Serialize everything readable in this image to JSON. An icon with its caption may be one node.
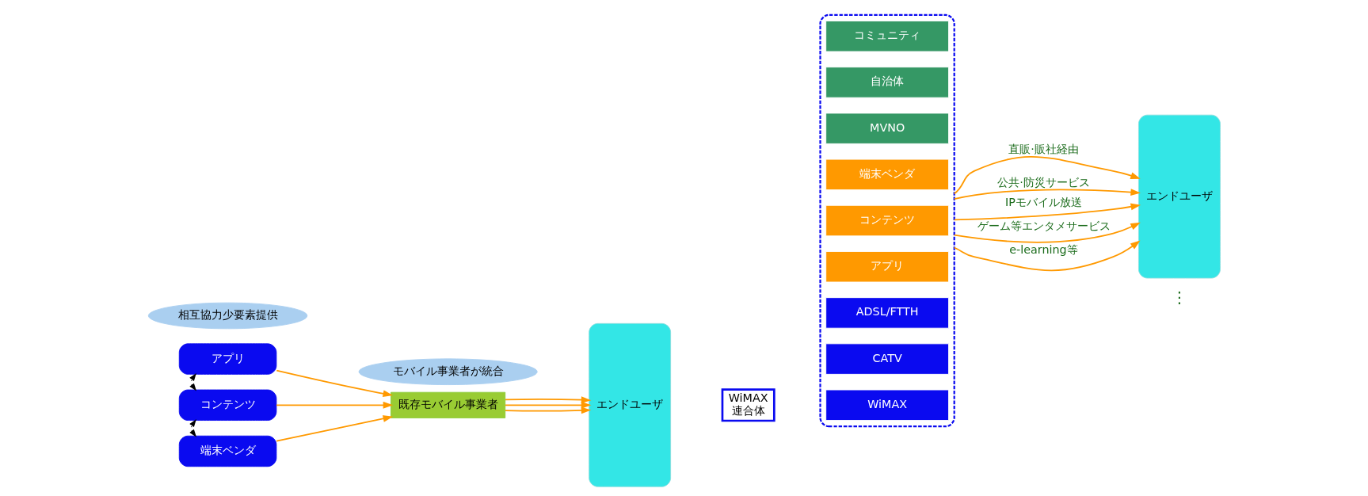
{
  "diagram": {
    "nodes": [
      {
        "text": [
          "端末ベンダ"
        ]
      },
      {
        "text": [
          "コンテンツ"
        ]
      },
      {
        "text": [
          "アプリ"
        ]
      },
      {
        "text": [
          "モバイル事業者が統合"
        ]
      },
      {
        "text": [
          "相互協力少要素提供"
        ]
      },
      {
        "text": [
          "既存モバイル事業者"
        ]
      },
      {
        "text": [
          "エンドユーザ"
        ]
      },
      {
        "text": [],
        "shape": "box"
      },
      {
        "text": [
          "コミュニティ"
        ],
        "in": 7
      },
      {
        "text": [
          "自治体"
        ],
        "in": 7
      },
      {
        "text": [
          "MVNO"
        ],
        "in": 7
      },
      {
        "text": [
          "端末ベンダ"
        ],
        "in": 7
      },
      {
        "text": [
          "コンテンツ"
        ],
        "in": 7
      },
      {
        "text": [
          "アプリ"
        ],
        "in": 7
      },
      {
        "text": [
          "ADSL/FTTH"
        ],
        "in": 7
      },
      {
        "text": [
          "CATV"
        ],
        "in": 7
      },
      {
        "text": [
          "WiMAX"
        ],
        "in": 7
      },
      {
        "text": [
          "WiMAX",
          "連合体"
        ]
      },
      {
        "text": [
          "エンドユーザ"
        ]
      }
    ],
    "edges": [
      {
        "from": 0,
        "to": 5,
        "arrow": "to"
      },
      {
        "from": 1,
        "to": 5,
        "arrow": "to"
      },
      {
        "from": 2,
        "to": 5,
        "arrow": "to"
      },
      {
        "from": 0,
        "to": 1,
        "arrow": "both",
        "style": "dashed",
        "color": "#000000"
      },
      {
        "from": 1,
        "to": 2,
        "arrow": "both",
        "style": "dashed",
        "color": "#000000"
      },
      {
        "from": 5,
        "to": 6,
        "arrow": "to"
      },
      {
        "from": 5,
        "to": 6,
        "arrow": "to"
      },
      {
        "from": 5,
        "to": 6,
        "arrow": "to"
      },
      {
        "from": 7,
        "to": 18,
        "arrow": "to",
        "label": "直販·販社経由"
      },
      {
        "from": 7,
        "to": 18,
        "arrow": "to",
        "label": "公共·防災サービス"
      },
      {
        "from": 7,
        "to": 18,
        "arrow": "to",
        "label": "IPモバイル放送"
      },
      {
        "from": 7,
        "to": 18,
        "arrow": "to",
        "label": "ゲーム等エンタメサービス"
      },
      {
        "from": 7,
        "to": 18,
        "arrow": "to",
        "label": "e-learning等"
      }
    ],
    "labels": [
      "⋮"
    ]
  }
}
